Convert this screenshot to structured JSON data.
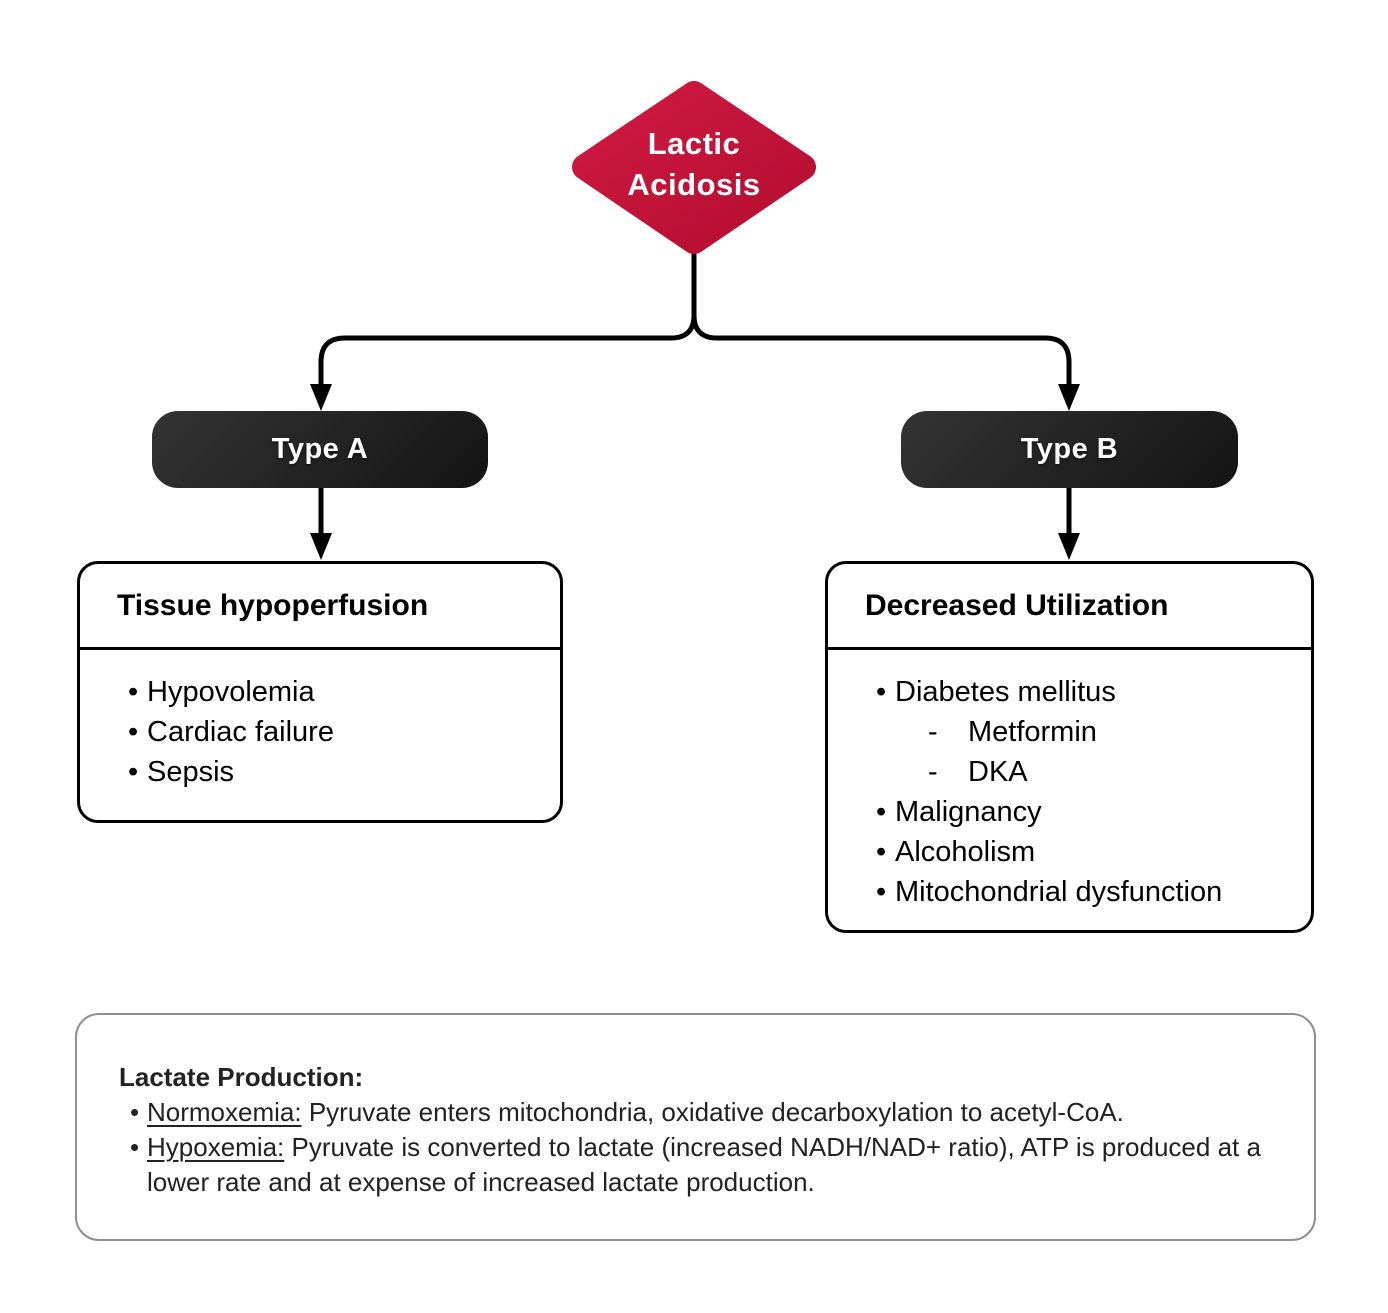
{
  "root": {
    "title": "Lactic Acidosis"
  },
  "branches": {
    "type_a": {
      "label": "Type A"
    },
    "type_b": {
      "label": "Type B"
    }
  },
  "type_a_box": {
    "header": "Tissue hypoperfusion",
    "items": [
      "Hypovolemia",
      "Cardiac failure",
      "Sepsis"
    ]
  },
  "type_b_box": {
    "header": "Decreased Utilization",
    "items": [
      {
        "label": "Diabetes mellitus",
        "children": [
          "Metformin",
          "DKA"
        ]
      },
      {
        "label": "Malignancy"
      },
      {
        "label": "Alcoholism"
      },
      {
        "label": "Mitochondrial dysfunction"
      }
    ]
  },
  "note": {
    "heading": "Lactate Production:",
    "bullets": [
      {
        "term": "Normoxemia:",
        "text": " Pyruvate enters mitochondria, oxidative decarboxylation to acetyl-CoA."
      },
      {
        "term": "Hypoxemia:",
        "text": " Pyruvate is converted to lactate (increased NADH/NAD+ ratio), ATP is produced at a lower rate and at expense of increased lactate production."
      }
    ]
  },
  "colors": {
    "diamond_fill_light": "#cf1a41",
    "diamond_fill_dark": "#b30d30",
    "branch_pill_light": "#343434",
    "branch_pill_dark": "#141414",
    "box_border": "#000000",
    "box_text": "#000000",
    "note_border": "#8f8f8f",
    "note_text": "#222222",
    "connector": "#000000",
    "text_white": "#ffffff"
  }
}
